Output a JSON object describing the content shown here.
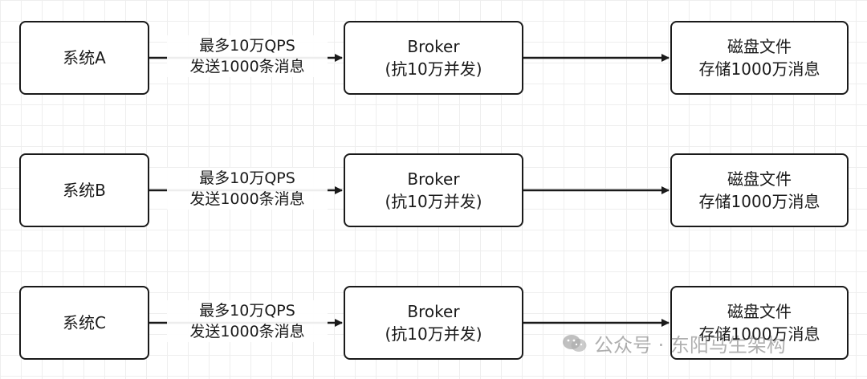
{
  "rows": [
    {
      "system": "系统A",
      "edge_label_line1": "最多10万QPS",
      "edge_label_line2": "发送1000条消息",
      "broker_line1": "Broker",
      "broker_line2": "(抗10万并发)",
      "disk_line1": "磁盘文件",
      "disk_line2": "存储1000万消息"
    },
    {
      "system": "系统B",
      "edge_label_line1": "最多10万QPS",
      "edge_label_line2": "发送1000条消息",
      "broker_line1": "Broker",
      "broker_line2": "(抗10万并发)",
      "disk_line1": "磁盘文件",
      "disk_line2": "存储1000万消息"
    },
    {
      "system": "系统C",
      "edge_label_line1": "最多10万QPS",
      "edge_label_line2": "发送1000条消息",
      "broker_line1": "Broker",
      "broker_line2": "(抗10万并发)",
      "disk_line1": "磁盘文件",
      "disk_line2": "存储1000万消息"
    }
  ],
  "watermark": {
    "text": "公众号 · 东阳马生架构",
    "icon": "wechat-icon"
  },
  "colors": {
    "stroke": "#1a1a1a",
    "background": "#ffffff",
    "grid": "#eeeeee",
    "watermark": "#8a8a8a"
  }
}
